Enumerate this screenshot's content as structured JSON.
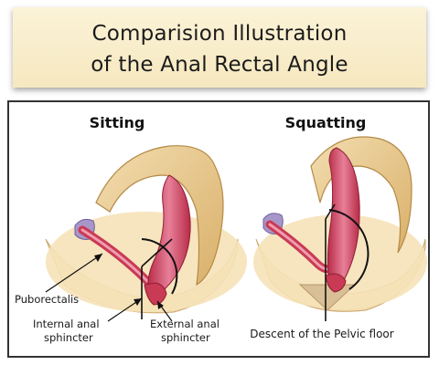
{
  "title": {
    "line1": "Comparision Illustration",
    "line2": "of the Anal Rectal Angle"
  },
  "panels": {
    "sitting": {
      "heading": "Sitting",
      "labels": {
        "puborectalis": "Puborectalis",
        "internal_line1": "Internal anal",
        "internal_line2": "sphincter",
        "external_line1": "External anal",
        "external_line2": "sphincter"
      }
    },
    "squatting": {
      "heading": "Squatting",
      "labels": {
        "descent": "Descent of the Pelvic floor"
      }
    }
  },
  "colors": {
    "title_bg": "#f6e8bf",
    "tissue_beige": "#f0d9a8",
    "muscle": "#c93a54",
    "muscle_light": "#e98aa0",
    "bone": "#e8c98a"
  }
}
